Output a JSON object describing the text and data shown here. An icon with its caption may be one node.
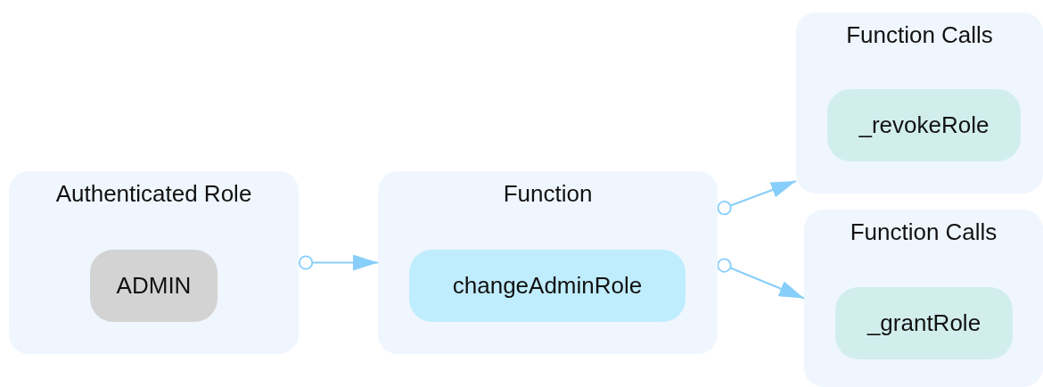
{
  "diagram": {
    "nodes": [
      {
        "text": [
          "Authenticated Role"
        ]
      },
      {
        "text": [
          "ADMIN"
        ],
        "in": 0
      },
      {
        "text": [
          "Function"
        ]
      },
      {
        "text": [
          "changeAdminRole"
        ],
        "in": 2
      },
      {
        "text": [
          "Function Calls"
        ]
      },
      {
        "text": [
          "_revokeRole"
        ],
        "in": 4
      },
      {
        "text": [
          "Function Calls"
        ]
      },
      {
        "text": [
          "_grantRole"
        ],
        "in": 6
      }
    ],
    "edges": [
      {
        "from": 0,
        "to": 2,
        "arrow": "to"
      },
      {
        "from": 2,
        "to": 4,
        "arrow": "to"
      },
      {
        "from": 2,
        "to": 6,
        "arrow": "to"
      }
    ]
  }
}
